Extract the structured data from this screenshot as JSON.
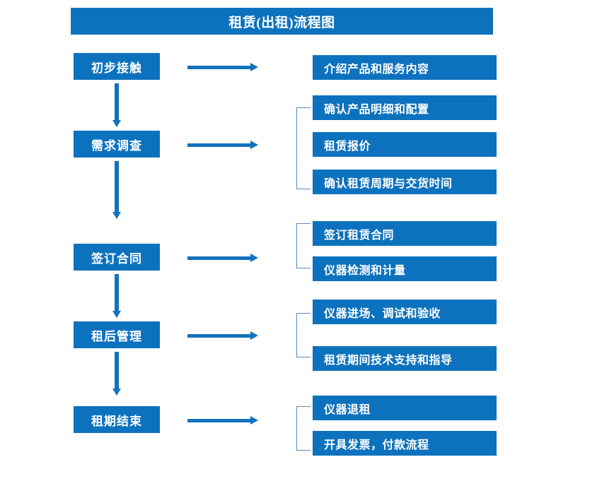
{
  "diagram": {
    "title": "租赁(出租)流程图",
    "theme": {
      "box_fill": "#0d72be",
      "box_text": "#ffffff",
      "arrow": "#1272bd",
      "bracket": "#5b86b8",
      "background": "#ffffff"
    },
    "stages": [
      {
        "id": "stage-1",
        "label": "初步接触",
        "details": [
          "介绍产品和服务内容"
        ],
        "bracketed": false
      },
      {
        "id": "stage-2",
        "label": "需求调查",
        "details": [
          "确认产品明细和配置",
          "租赁报价",
          "确认租赁周期与交货时间"
        ],
        "bracketed": true
      },
      {
        "id": "stage-3",
        "label": "签订合同",
        "details": [
          "签订租赁合同",
          "仪器检测和计量"
        ],
        "bracketed": true
      },
      {
        "id": "stage-4",
        "label": "租后管理",
        "details": [
          "仪器进场、调试和验收",
          "租赁期间技术支持和指导"
        ],
        "bracketed": true
      },
      {
        "id": "stage-5",
        "label": "租期结束",
        "details": [
          "仪器退租",
          "开具发票，付款流程"
        ],
        "bracketed": true
      }
    ]
  }
}
